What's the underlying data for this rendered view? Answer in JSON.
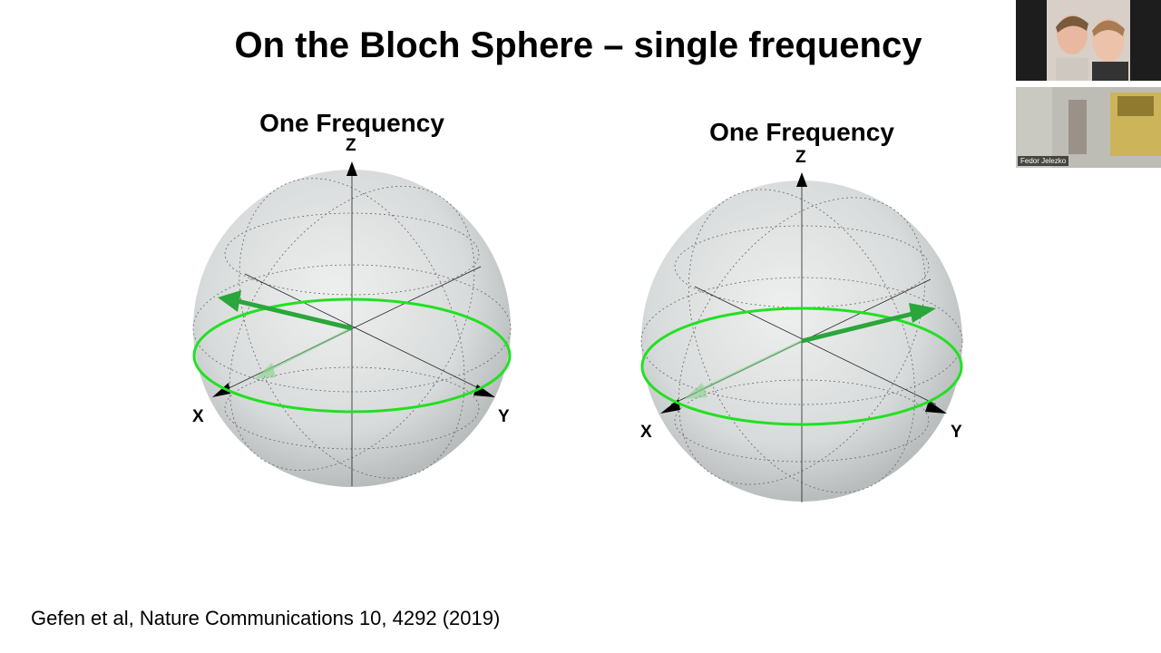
{
  "slide": {
    "title": "On the Bloch Sphere – single frequency",
    "citation": "Gefen et al, Nature Communications 10, 4292  (2019)"
  },
  "spheres": [
    {
      "title": "One Frequency",
      "axes": {
        "z": "Z",
        "x": "X",
        "y": "Y"
      }
    },
    {
      "title": "One Frequency",
      "axes": {
        "z": "Z",
        "x": "X",
        "y": "Y"
      }
    }
  ],
  "video": {
    "participant_name": "Fedor Jelezko"
  },
  "colors": {
    "orbit": "#22e022",
    "arrow": "#2aa63a",
    "sphere": "#dde0e0"
  }
}
